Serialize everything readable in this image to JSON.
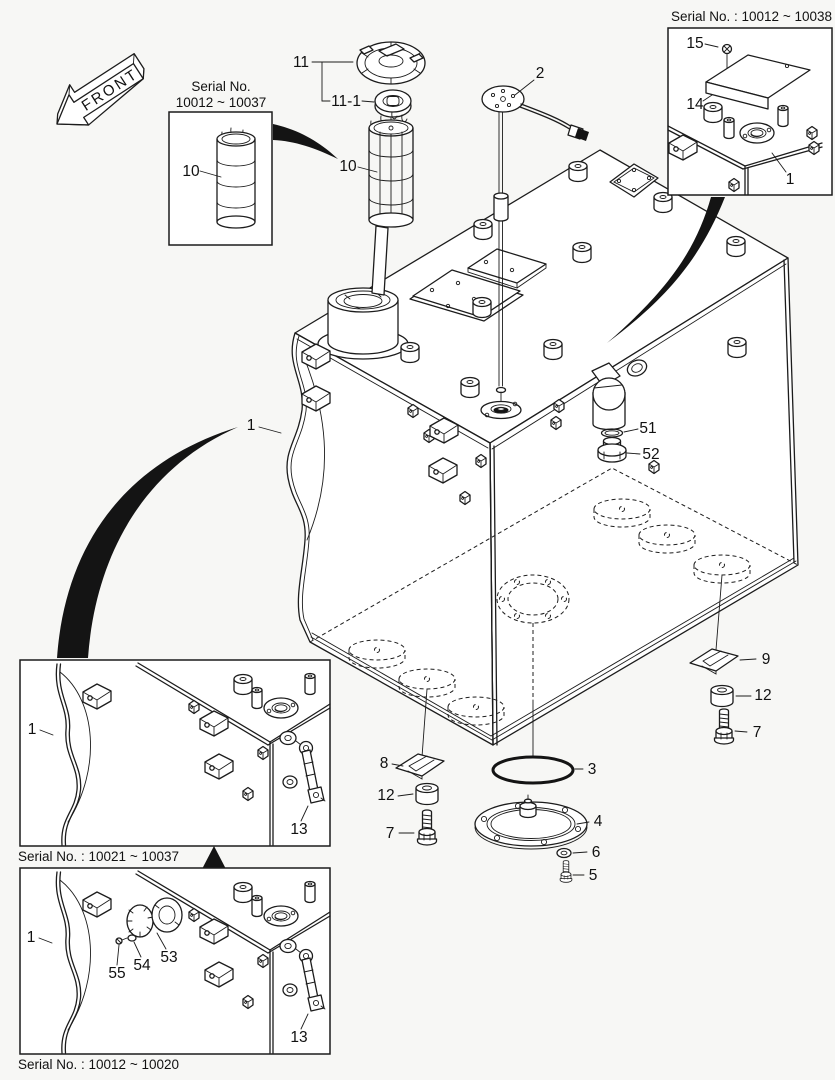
{
  "page": {
    "ink": "#1c1c1c",
    "paper": "#f7f7f5",
    "description": "Exploded parts diagram of a fuel tank assembly"
  },
  "front_arrow": {
    "label": "FRONT"
  },
  "captions": {
    "top_right": "Serial No. : 10012 ~ 10038",
    "strainer_line1": "Serial No.",
    "strainer_line2": "10012 ~ 10037",
    "mid_left": "Serial No. : 10021 ~ 10037",
    "bottom_left": "Serial No. : 10012 ~ 10020"
  },
  "callouts": {
    "main_tank": "1",
    "sender": "2",
    "drain_oring": "3",
    "drain_flange": "4",
    "drain_bolt": "5",
    "drain_washer": "6",
    "mount_bolt_left": "7",
    "mount_bolt_right": "7",
    "clip_left": "8",
    "clip_right": "9",
    "strainer_main": "10",
    "strainer_inset": "10",
    "filler_cap": "11",
    "cap_gasket": "11-1",
    "spacer_left": "12",
    "spacer_right": "12",
    "link_mid": "13",
    "link_bottom": "13",
    "cover_plate": "14",
    "cover_bolt": "15",
    "elbow_oring": "51",
    "elbow_plug": "52",
    "sensor_disc": "53",
    "disc_washer": "54",
    "disc_bolt": "55",
    "tank_inset_top_right": "1",
    "tank_inset_mid": "1",
    "tank_inset_bottom": "1"
  }
}
